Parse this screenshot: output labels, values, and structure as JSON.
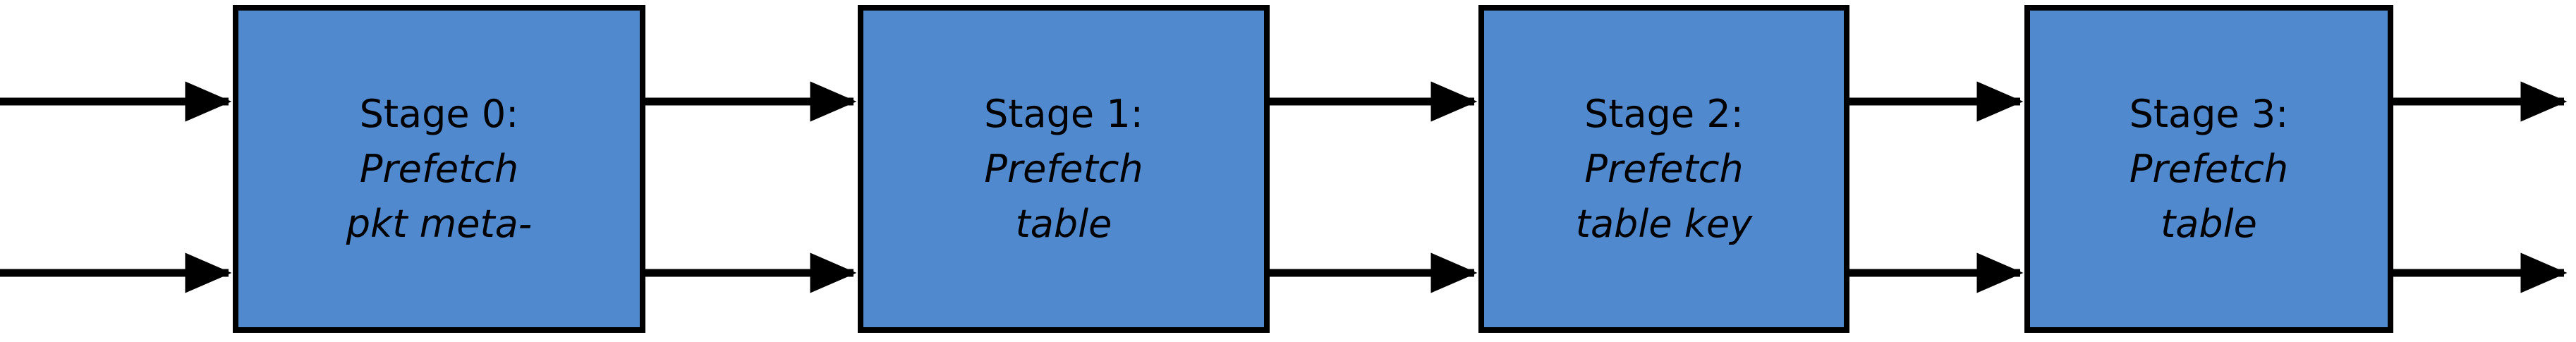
{
  "diagram": {
    "type": "pipeline-block-diagram",
    "background_color": "#ffffff",
    "box_fill_color": "#5089CE",
    "box_border_color": "#000000",
    "arrow_color": "#000000",
    "stages": [
      {
        "id": "stage-0",
        "title": "Stage 0:",
        "desc_line_1": "Prefetch",
        "desc_line_2": "pkt meta-",
        "inputs": 2,
        "outputs": 2
      },
      {
        "id": "stage-1",
        "title": "Stage 1:",
        "desc_line_1": "Prefetch",
        "desc_line_2": "table",
        "inputs": 2,
        "outputs": 2
      },
      {
        "id": "stage-2",
        "title": "Stage 2:",
        "desc_line_1": "Prefetch",
        "desc_line_2": "table key",
        "inputs": 2,
        "outputs": 2
      },
      {
        "id": "stage-3",
        "title": "Stage 3:",
        "desc_line_1": "Prefetch",
        "desc_line_2": "table",
        "inputs": 2,
        "outputs": 2
      }
    ],
    "arrow_groups": [
      {
        "id": "arrows-into-stage-0",
        "count": 2
      },
      {
        "id": "arrows-stage-0-to-stage-1",
        "count": 2
      },
      {
        "id": "arrows-stage-1-to-stage-2",
        "count": 2
      },
      {
        "id": "arrows-stage-2-to-stage-3",
        "count": 2
      },
      {
        "id": "arrows-out-of-stage-3",
        "count": 2
      }
    ]
  }
}
